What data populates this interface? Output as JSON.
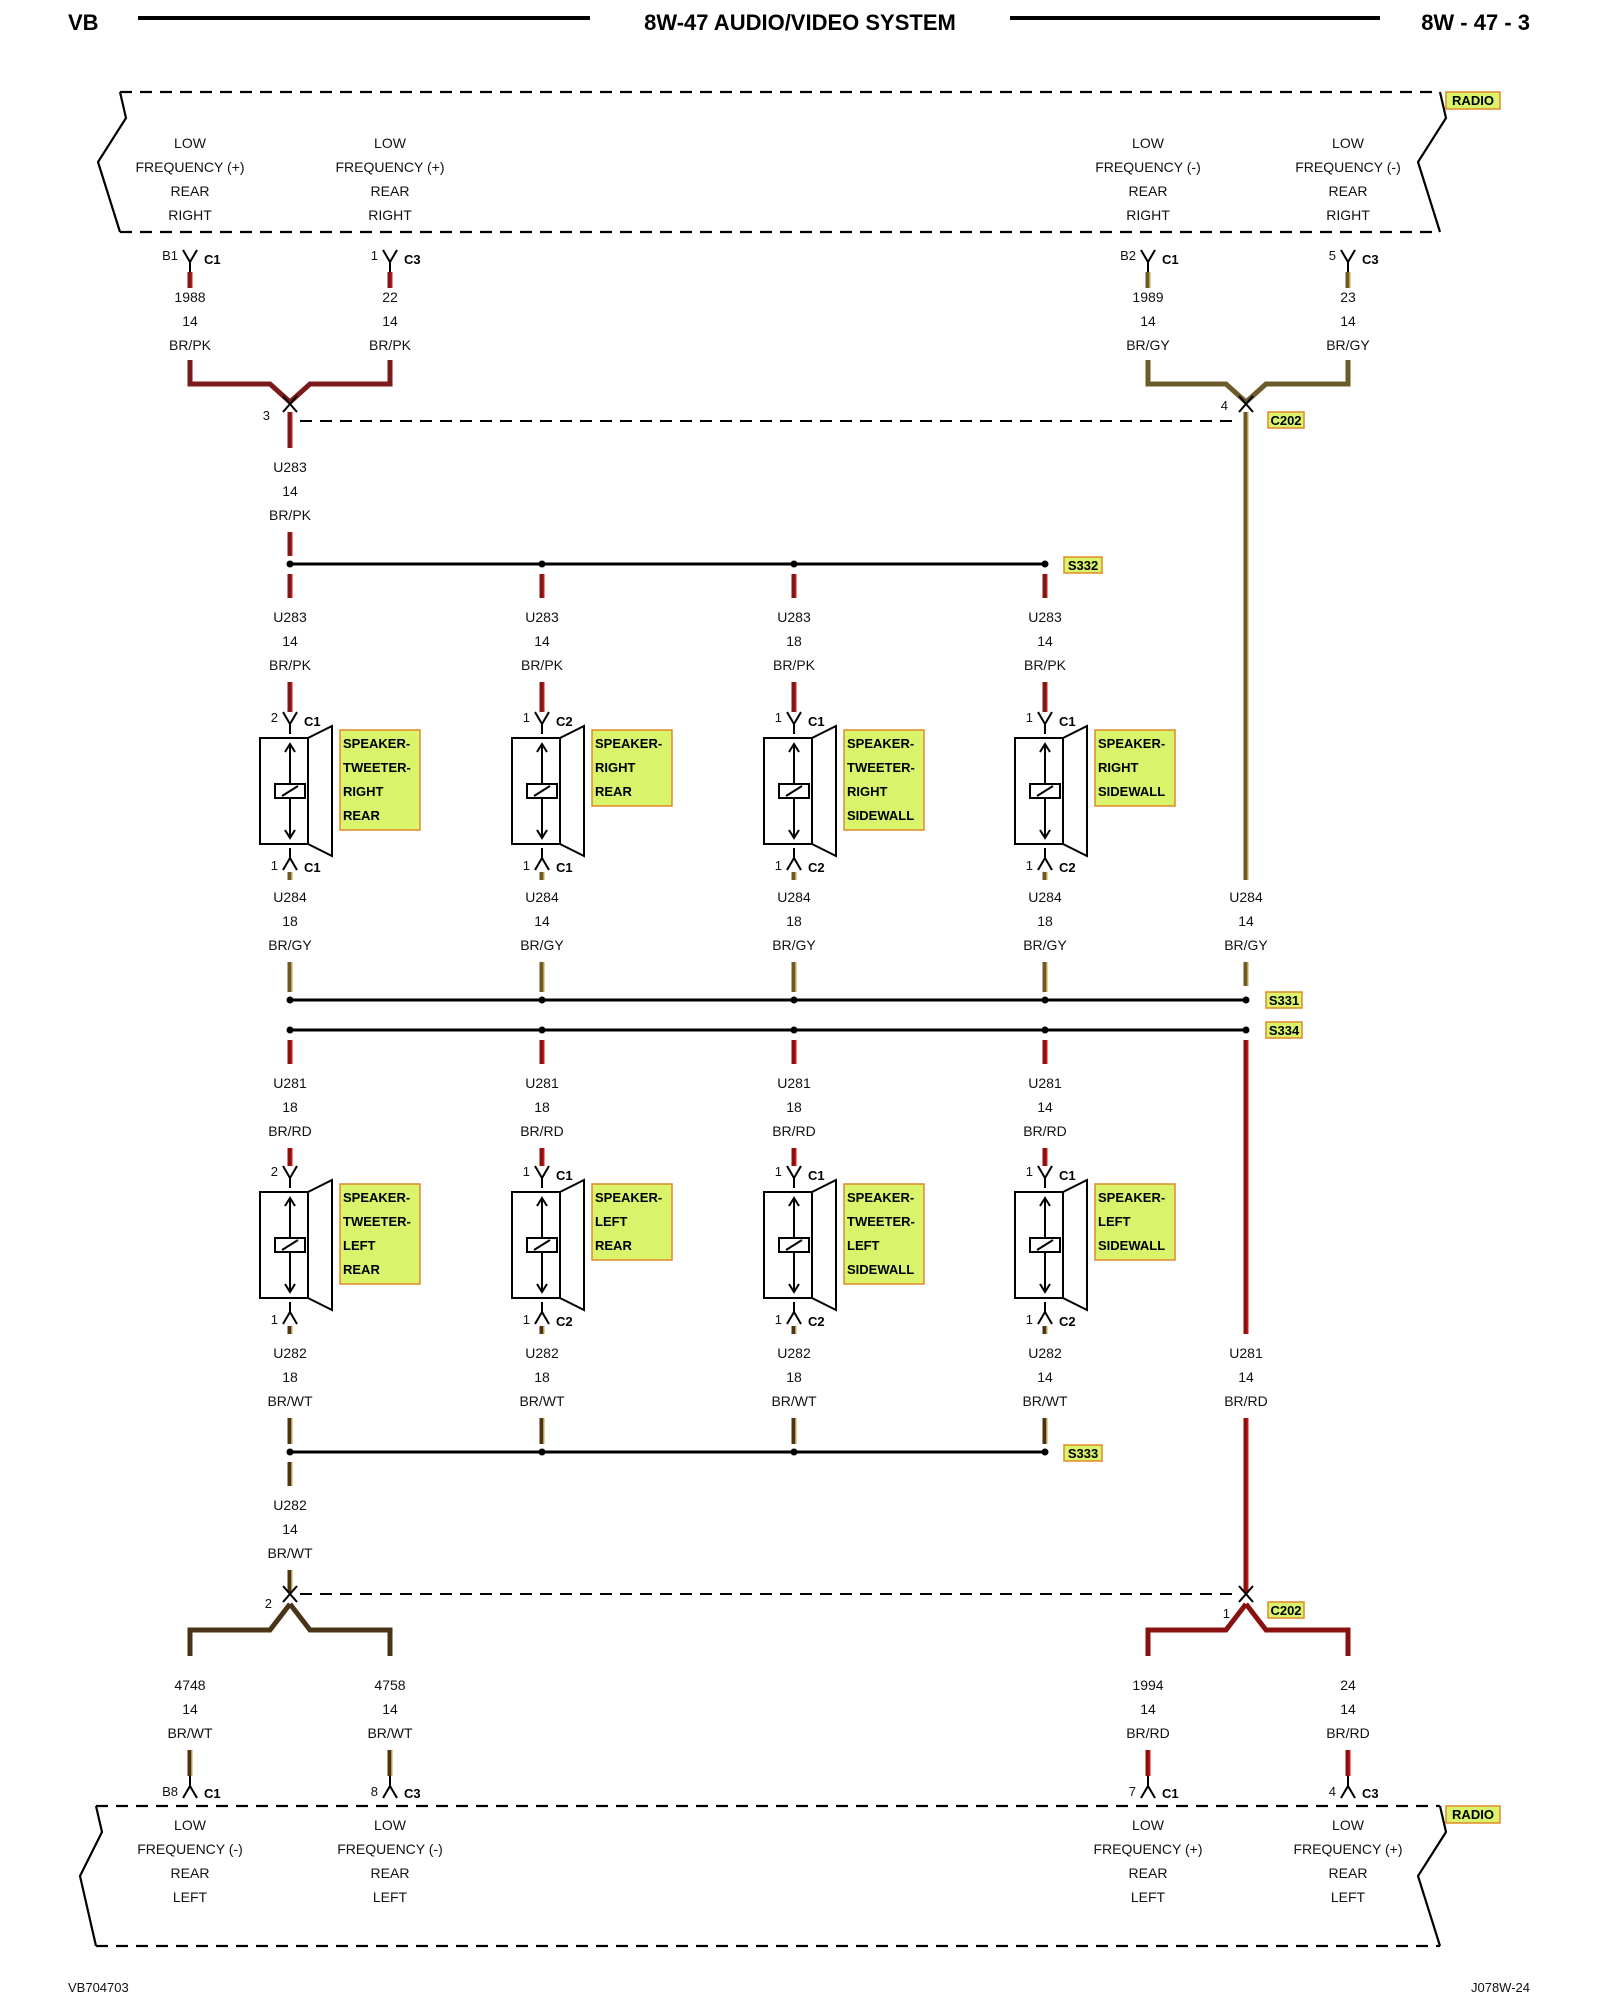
{
  "header": {
    "left": "VB",
    "title": "8W-47 AUDIO/VIDEO SYSTEM",
    "right": "8W - 47 - 3"
  },
  "footer": {
    "left": "VB704703",
    "right": "J078W-24"
  },
  "colors": {
    "wire_br_pk": "#7a1a1a",
    "wire_br_gy": "#6b5a2a",
    "wire_br_rd": "#8b1010",
    "wire_br_wt": "#4a3418",
    "label_fill": "#d9f36a",
    "label_border": "#e08a2a"
  },
  "radio_top": {
    "name": "RADIO",
    "terminals": [
      {
        "l1": "LOW",
        "l2": "FREQUENCY (+)",
        "l3": "REAR",
        "l4": "RIGHT",
        "pin": "B1",
        "conn": "C1",
        "circuit": "1988",
        "gauge": "14",
        "color": "BR/PK"
      },
      {
        "l1": "LOW",
        "l2": "FREQUENCY (+)",
        "l3": "REAR",
        "l4": "RIGHT",
        "pin": "1",
        "conn": "C3",
        "circuit": "22",
        "gauge": "14",
        "color": "BR/PK"
      },
      {
        "l1": "LOW",
        "l2": "FREQUENCY (-)",
        "l3": "REAR",
        "l4": "RIGHT",
        "pin": "B2",
        "conn": "C1",
        "circuit": "1989",
        "gauge": "14",
        "color": "BR/GY"
      },
      {
        "l1": "LOW",
        "l2": "FREQUENCY (-)",
        "l3": "REAR",
        "l4": "RIGHT",
        "pin": "5",
        "conn": "C3",
        "circuit": "23",
        "gauge": "14",
        "color": "BR/GY"
      }
    ]
  },
  "radio_bottom": {
    "name": "RADIO",
    "terminals": [
      {
        "l1": "LOW",
        "l2": "FREQUENCY (-)",
        "l3": "REAR",
        "l4": "LEFT",
        "pin": "B8",
        "conn": "C1",
        "circuit": "4748",
        "gauge": "14",
        "color": "BR/WT"
      },
      {
        "l1": "LOW",
        "l2": "FREQUENCY (-)",
        "l3": "REAR",
        "l4": "LEFT",
        "pin": "8",
        "conn": "C3",
        "circuit": "4758",
        "gauge": "14",
        "color": "BR/WT"
      },
      {
        "l1": "LOW",
        "l2": "FREQUENCY (+)",
        "l3": "REAR",
        "l4": "LEFT",
        "pin": "7",
        "conn": "C1",
        "circuit": "1994",
        "gauge": "14",
        "color": "BR/RD"
      },
      {
        "l1": "LOW",
        "l2": "FREQUENCY (+)",
        "l3": "REAR",
        "l4": "LEFT",
        "pin": "4",
        "conn": "C3",
        "circuit": "24",
        "gauge": "14",
        "color": "BR/RD"
      }
    ]
  },
  "c202": {
    "name": "C202",
    "top_left_pin": "3",
    "top_right_pin": "4",
    "bottom_left_pin": "2",
    "bottom_right_pin": "1"
  },
  "splices": {
    "s332": "S332",
    "s331": "S331",
    "s334": "S334",
    "s333": "S333"
  },
  "trunk_wires": {
    "u283_top": {
      "circuit": "U283",
      "gauge": "14",
      "color": "BR/PK"
    },
    "u284_right": {
      "circuit": "U284",
      "gauge": "14",
      "color": "BR/GY"
    },
    "u281_right": {
      "circuit": "U281",
      "gauge": "14",
      "color": "BR/RD"
    },
    "u282_bottom": {
      "circuit": "U282",
      "gauge": "14",
      "color": "BR/WT"
    }
  },
  "right_speakers": [
    {
      "label": [
        "SPEAKER-",
        "TWEETER-",
        "RIGHT",
        "REAR"
      ],
      "top_pin": "2",
      "top_conn": "C1",
      "bottom_pin": "1",
      "bottom_conn": "C1",
      "top_wire": {
        "circuit": "U283",
        "gauge": "14",
        "color": "BR/PK"
      },
      "bottom_wire": {
        "circuit": "U284",
        "gauge": "18",
        "color": "BR/GY"
      }
    },
    {
      "label": [
        "SPEAKER-",
        "RIGHT",
        "REAR"
      ],
      "top_pin": "1",
      "top_conn": "C2",
      "bottom_pin": "1",
      "bottom_conn": "C1",
      "top_wire": {
        "circuit": "U283",
        "gauge": "14",
        "color": "BR/PK"
      },
      "bottom_wire": {
        "circuit": "U284",
        "gauge": "14",
        "color": "BR/GY"
      }
    },
    {
      "label": [
        "SPEAKER-",
        "TWEETER-",
        "RIGHT",
        "SIDEWALL"
      ],
      "top_pin": "1",
      "top_conn": "C1",
      "bottom_pin": "1",
      "bottom_conn": "C2",
      "top_wire": {
        "circuit": "U283",
        "gauge": "18",
        "color": "BR/PK"
      },
      "bottom_wire": {
        "circuit": "U284",
        "gauge": "18",
        "color": "BR/GY"
      }
    },
    {
      "label": [
        "SPEAKER-",
        "RIGHT",
        "SIDEWALL"
      ],
      "top_pin": "1",
      "top_conn": "C1",
      "bottom_pin": "1",
      "bottom_conn": "C2",
      "top_wire": {
        "circuit": "U283",
        "gauge": "14",
        "color": "BR/PK"
      },
      "bottom_wire": {
        "circuit": "U284",
        "gauge": "18",
        "color": "BR/GY"
      }
    }
  ],
  "left_speakers": [
    {
      "label": [
        "SPEAKER-",
        "TWEETER-",
        "LEFT",
        "REAR"
      ],
      "top_pin": "2",
      "top_conn": "",
      "bottom_pin": "1",
      "bottom_conn": "",
      "top_wire": {
        "circuit": "U281",
        "gauge": "18",
        "color": "BR/RD"
      },
      "bottom_wire": {
        "circuit": "U282",
        "gauge": "18",
        "color": "BR/WT"
      }
    },
    {
      "label": [
        "SPEAKER-",
        "LEFT",
        "REAR"
      ],
      "top_pin": "1",
      "top_conn": "C1",
      "bottom_pin": "1",
      "bottom_conn": "C2",
      "top_wire": {
        "circuit": "U281",
        "gauge": "18",
        "color": "BR/RD"
      },
      "bottom_wire": {
        "circuit": "U282",
        "gauge": "18",
        "color": "BR/WT"
      }
    },
    {
      "label": [
        "SPEAKER-",
        "TWEETER-",
        "LEFT",
        "SIDEWALL"
      ],
      "top_pin": "1",
      "top_conn": "C1",
      "bottom_pin": "1",
      "bottom_conn": "C2",
      "top_wire": {
        "circuit": "U281",
        "gauge": "18",
        "color": "BR/RD"
      },
      "bottom_wire": {
        "circuit": "U282",
        "gauge": "18",
        "color": "BR/WT"
      }
    },
    {
      "label": [
        "SPEAKER-",
        "LEFT",
        "SIDEWALL"
      ],
      "top_pin": "1",
      "top_conn": "C1",
      "bottom_pin": "1",
      "bottom_conn": "C2",
      "top_wire": {
        "circuit": "U281",
        "gauge": "14",
        "color": "BR/RD"
      },
      "bottom_wire": {
        "circuit": "U282",
        "gauge": "14",
        "color": "BR/WT"
      }
    }
  ]
}
